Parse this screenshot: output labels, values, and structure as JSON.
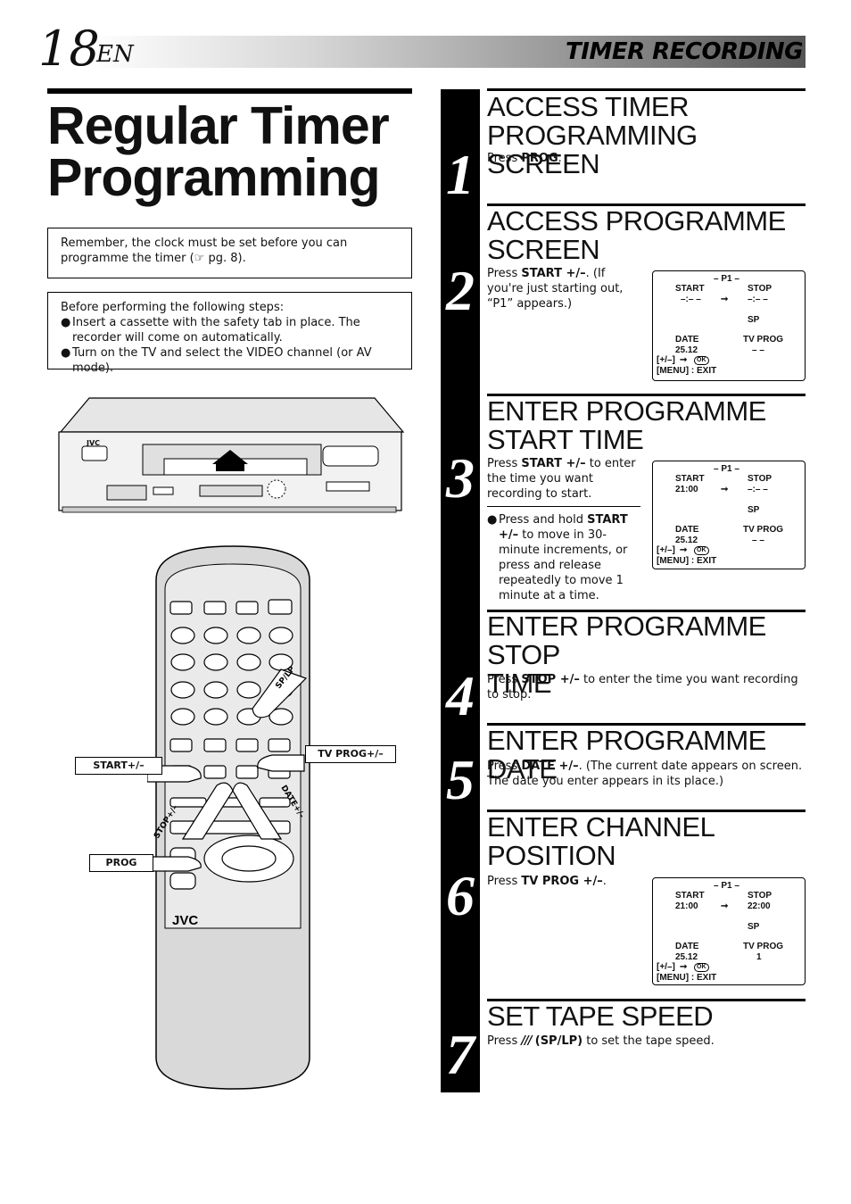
{
  "header": {
    "page_number": "18",
    "lang": "EN",
    "section": "TIMER RECORDING"
  },
  "title": {
    "line1": "Regular Timer",
    "line2": "Programming"
  },
  "note1": {
    "text_a": "Remember, the clock must be set before you can programme the timer (",
    "ref_icon": "☞",
    "text_b": " pg. 8)."
  },
  "note2": {
    "intro": "Before performing the following steps:",
    "bullets": [
      "Insert a cassette with the safety tab in place. The recorder will come on automatically.",
      "Turn on the TV and select the VIDEO channel (or AV mode)."
    ]
  },
  "vcr": {
    "brand": "JVC"
  },
  "remote": {
    "brand": "JVC",
    "callouts": {
      "start": "START+/–",
      "tvprog": "TV PROG+/–",
      "prog": "PROG",
      "stop": "STOP+/–",
      "date": "DATE+/–",
      "splp": "SP/LP"
    }
  },
  "steps": [
    {
      "num": "1",
      "head1": "ACCESS TIMER",
      "head2": "PROGRAMMING SCREEN",
      "t1": "Press ",
      "b1": "PROG",
      "t2": "."
    },
    {
      "num": "2",
      "head1": "ACCESS PROGRAMME",
      "head2": "SCREEN",
      "t1": "Press ",
      "b1": "START +/–",
      "t2": ". (If you're just starting out, “P1” appears.)"
    },
    {
      "num": "3",
      "head1": "ENTER PROGRAMME",
      "head2": "START TIME",
      "t1": "Press ",
      "b1": "START +/–",
      "t2": " to enter the time you want recording to start.",
      "bullet_t1": "Press and hold ",
      "bullet_b1": "START +/–",
      "bullet_t2": " to move in 30-minute increments, or press and release repeatedly to move 1 minute at a time."
    },
    {
      "num": "4",
      "head1": "ENTER PROGRAMME STOP",
      "head2": "TIME",
      "t1": "Press ",
      "b1": "STOP +/–",
      "t2": " to enter the time you want recording to stop."
    },
    {
      "num": "5",
      "head1": "ENTER PROGRAMME DATE",
      "head2": "",
      "t1": "Press ",
      "b1": "DATE +/–",
      "t2": ". (The current date appears on screen. The date you enter appears in its place.)"
    },
    {
      "num": "6",
      "head1": "ENTER CHANNEL",
      "head2": "POSITION",
      "t1": "Press ",
      "b1": "TV PROG +/–",
      "t2": "."
    },
    {
      "num": "7",
      "head1": "SET TAPE SPEED",
      "head2": "",
      "t1": "Press ",
      "b1": "(SP/LP)",
      "t2": " to set the tape speed."
    }
  ],
  "osd": [
    {
      "title": "– P1 –",
      "start_label": "START",
      "start_val": "–:– –",
      "stop_label": "STOP",
      "stop_val": "–:– –",
      "speed": "SP",
      "date_label": "DATE",
      "date_val": "25.12",
      "prog_label": "TV PROG",
      "prog_val": "– –",
      "nav": "[+/–]",
      "ok": "OK",
      "exit": "[MENU] : EXIT"
    },
    {
      "title": "– P1 –",
      "start_label": "START",
      "start_val": "21:00",
      "stop_label": "STOP",
      "stop_val": "–:– –",
      "speed": "SP",
      "date_label": "DATE",
      "date_val": "25.12",
      "prog_label": "TV PROG",
      "prog_val": "– –",
      "nav": "[+/–]",
      "ok": "OK",
      "exit": "[MENU] : EXIT"
    },
    {
      "title": "– P1 –",
      "start_label": "START",
      "start_val": "21:00",
      "stop_label": "STOP",
      "stop_val": "22:00",
      "speed": "SP",
      "date_label": "DATE",
      "date_val": "25.12",
      "prog_label": "TV PROG",
      "prog_val": "1",
      "nav": "[+/–]",
      "ok": "OK",
      "exit": "[MENU] : EXIT"
    }
  ]
}
